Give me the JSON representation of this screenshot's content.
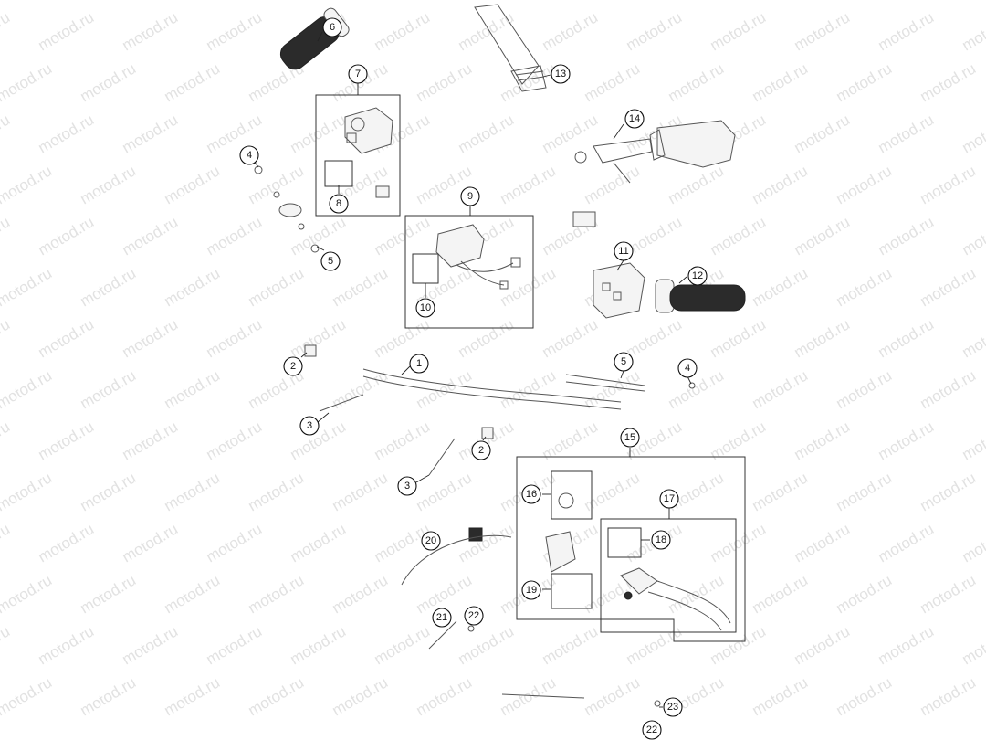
{
  "watermark": "motod.ru",
  "callouts": [
    {
      "id": "c6",
      "label": "6"
    },
    {
      "id": "c7",
      "label": "7"
    },
    {
      "id": "c8",
      "label": "8"
    },
    {
      "id": "c4a",
      "label": "4"
    },
    {
      "id": "c5a",
      "label": "5"
    },
    {
      "id": "c13",
      "label": "13"
    },
    {
      "id": "c14",
      "label": "14"
    },
    {
      "id": "c9",
      "label": "9"
    },
    {
      "id": "c10",
      "label": "10"
    },
    {
      "id": "c11",
      "label": "11"
    },
    {
      "id": "c12",
      "label": "12"
    },
    {
      "id": "c2a",
      "label": "2"
    },
    {
      "id": "c1",
      "label": "1"
    },
    {
      "id": "c5b",
      "label": "5"
    },
    {
      "id": "c4b",
      "label": "4"
    },
    {
      "id": "c3a",
      "label": "3"
    },
    {
      "id": "c2b",
      "label": "2"
    },
    {
      "id": "c3b",
      "label": "3"
    },
    {
      "id": "c15",
      "label": "15"
    },
    {
      "id": "c16",
      "label": "16"
    },
    {
      "id": "c17",
      "label": "17"
    },
    {
      "id": "c18",
      "label": "18"
    },
    {
      "id": "c19",
      "label": "19"
    },
    {
      "id": "c20",
      "label": "20"
    },
    {
      "id": "c21",
      "label": "21"
    },
    {
      "id": "c22a",
      "label": "22"
    },
    {
      "id": "c23",
      "label": "23"
    },
    {
      "id": "c22b",
      "label": "22"
    }
  ]
}
